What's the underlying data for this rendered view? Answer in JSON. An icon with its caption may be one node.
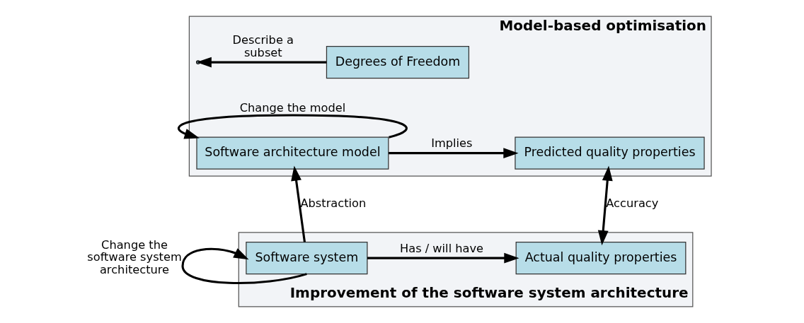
{
  "diagram": {
    "nodes": [
      {
        "text": [
          "Model-based optimisation"
        ]
      },
      {
        "text": [
          "Software architecture model"
        ],
        "in": 0
      },
      {
        "text": [
          "Degrees of Freedom"
        ],
        "in": 0
      },
      {
        "text": [
          "Predicted quality properties"
        ],
        "in": 0
      },
      {
        "text": [
          "Improvement of the software system architecture"
        ]
      },
      {
        "text": [
          "Software system"
        ],
        "in": 4
      },
      {
        "text": [
          "Actual quality properties"
        ],
        "in": 4
      }
    ],
    "edges": [
      {
        "from": 1,
        "to": 1,
        "arrow": "to",
        "label": "Change the model"
      },
      {
        "from": 2,
        "to": null,
        "arrow": "to",
        "label": "Describe a subset"
      },
      {
        "from": 1,
        "to": 3,
        "arrow": "to",
        "label": "Implies"
      },
      {
        "from": 5,
        "to": 1,
        "arrow": "to",
        "label": "Abstraction"
      },
      {
        "from": 3,
        "to": 6,
        "arrow": "both",
        "label": "Accuracy"
      },
      {
        "from": 5,
        "to": 6,
        "arrow": "to",
        "label": "Has / will have"
      },
      {
        "from": 5,
        "to": 5,
        "arrow": "to",
        "label": "Change the software system architecture"
      }
    ]
  }
}
